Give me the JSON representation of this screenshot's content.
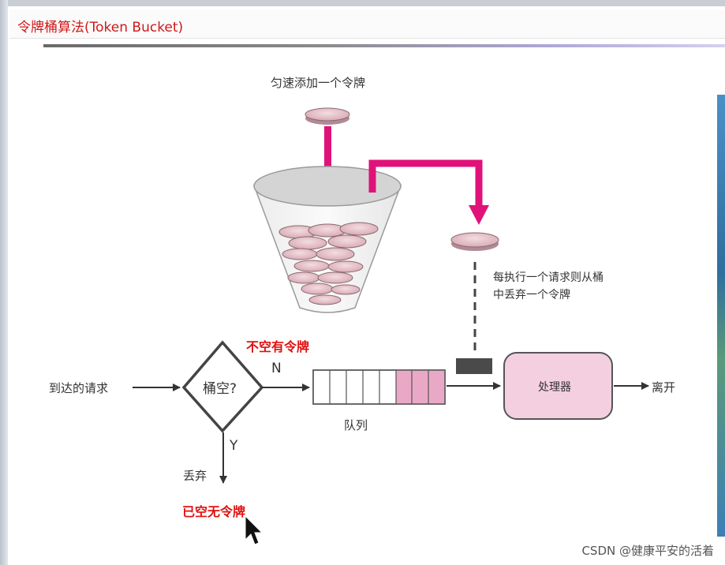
{
  "window": {
    "title": "令牌桶算法(Token Bucket)"
  },
  "diagram": {
    "add_token_label": "匀速添加一个令牌",
    "consume_note_line1": "每执行一个请求则从桶",
    "consume_note_line2": "中丢弃一个令牌",
    "arriving_label": "到达的请求",
    "decision_label": "桶空?",
    "no_branch": "N",
    "yes_branch": "Y",
    "not_empty_label": "不空有令牌",
    "queue_label": "队列",
    "processor_label": "处理器",
    "leave_label": "离开",
    "discard_label": "丢弃",
    "empty_label": "已空无令牌"
  },
  "colors": {
    "title_red": "#d01818",
    "arrow_magenta": "#e0127a",
    "token_pink": "#e8c4cc",
    "processor_fill": "#f4cfe0",
    "queue_fill": "#e9a9c6",
    "annotation_red": "#e01010"
  },
  "watermark": "CSDN @健康平安的活着"
}
